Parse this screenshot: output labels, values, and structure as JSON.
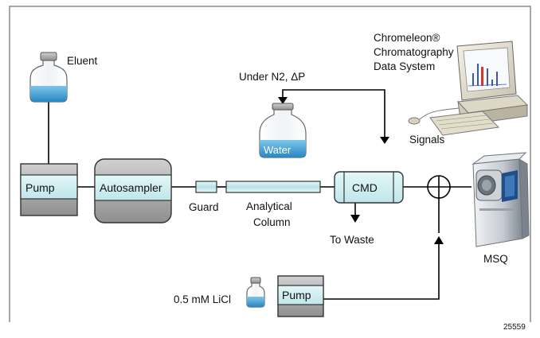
{
  "labels": {
    "eluent": "Eluent",
    "pump_top": "Pump",
    "autosampler": "Autosampler",
    "guard": "Guard",
    "analytical_line1": "Analytical",
    "analytical_line2": "Column",
    "under_n2": "Under N2, ΔP",
    "water": "Water",
    "cmd": "CMD",
    "to_waste": "To Waste",
    "chromeleon_line1": "Chromeleon®",
    "chromeleon_line2": "Chromatography",
    "chromeleon_line3": "Data System",
    "signals": "Signals",
    "msq": "MSQ",
    "licl": "0.5 mM LiCl",
    "pump_bottom": "Pump",
    "figure_number": "25559"
  },
  "colors": {
    "frame": "#8a8a8a",
    "liquid": "#3b9fd6",
    "module_light": "#c9ecef",
    "module_gray": "#a8a8a8",
    "device_gray": "#a5a5a5",
    "column": "#c9ecef"
  },
  "icons": [
    "eluent-bottle-icon",
    "water-bottle-icon",
    "licl-bottle-icon",
    "computer-workstation-icon",
    "msq-instrument-icon",
    "mixing-tee-icon"
  ]
}
